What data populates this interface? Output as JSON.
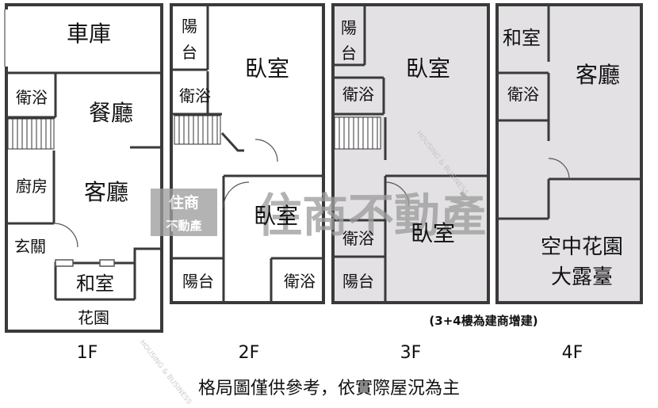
{
  "floors": [
    {
      "name": "1F",
      "rooms": [
        "車庫",
        "衛浴",
        "餐廳",
        "廚房",
        "客廳",
        "玄關",
        "和室",
        "花園"
      ]
    },
    {
      "name": "2F",
      "rooms": [
        "陽",
        "台",
        "臥室",
        "衛浴",
        "臥室",
        "陽台",
        "衛浴"
      ]
    },
    {
      "name": "3F",
      "rooms": [
        "陽",
        "台",
        "臥室",
        "衛浴",
        "衛浴",
        "臥室",
        "陽台"
      ]
    },
    {
      "name": "4F",
      "rooms": [
        "和室",
        "客廳",
        "衛浴",
        "空中花園",
        "大露臺"
      ]
    }
  ],
  "note": "(3+4樓為建商增建)",
  "caption": "格局圖僅供參考，依實際屋況為主",
  "watermark": {
    "logo_top": "住商",
    "logo_bottom": "不動產",
    "text": "住商不動產",
    "small_text": "HOUSING & BUSINESS"
  },
  "colors": {
    "shaded_floor": "#e3e1e4",
    "wall": "#3a3a3a",
    "watermark": "#9e9e9e"
  }
}
